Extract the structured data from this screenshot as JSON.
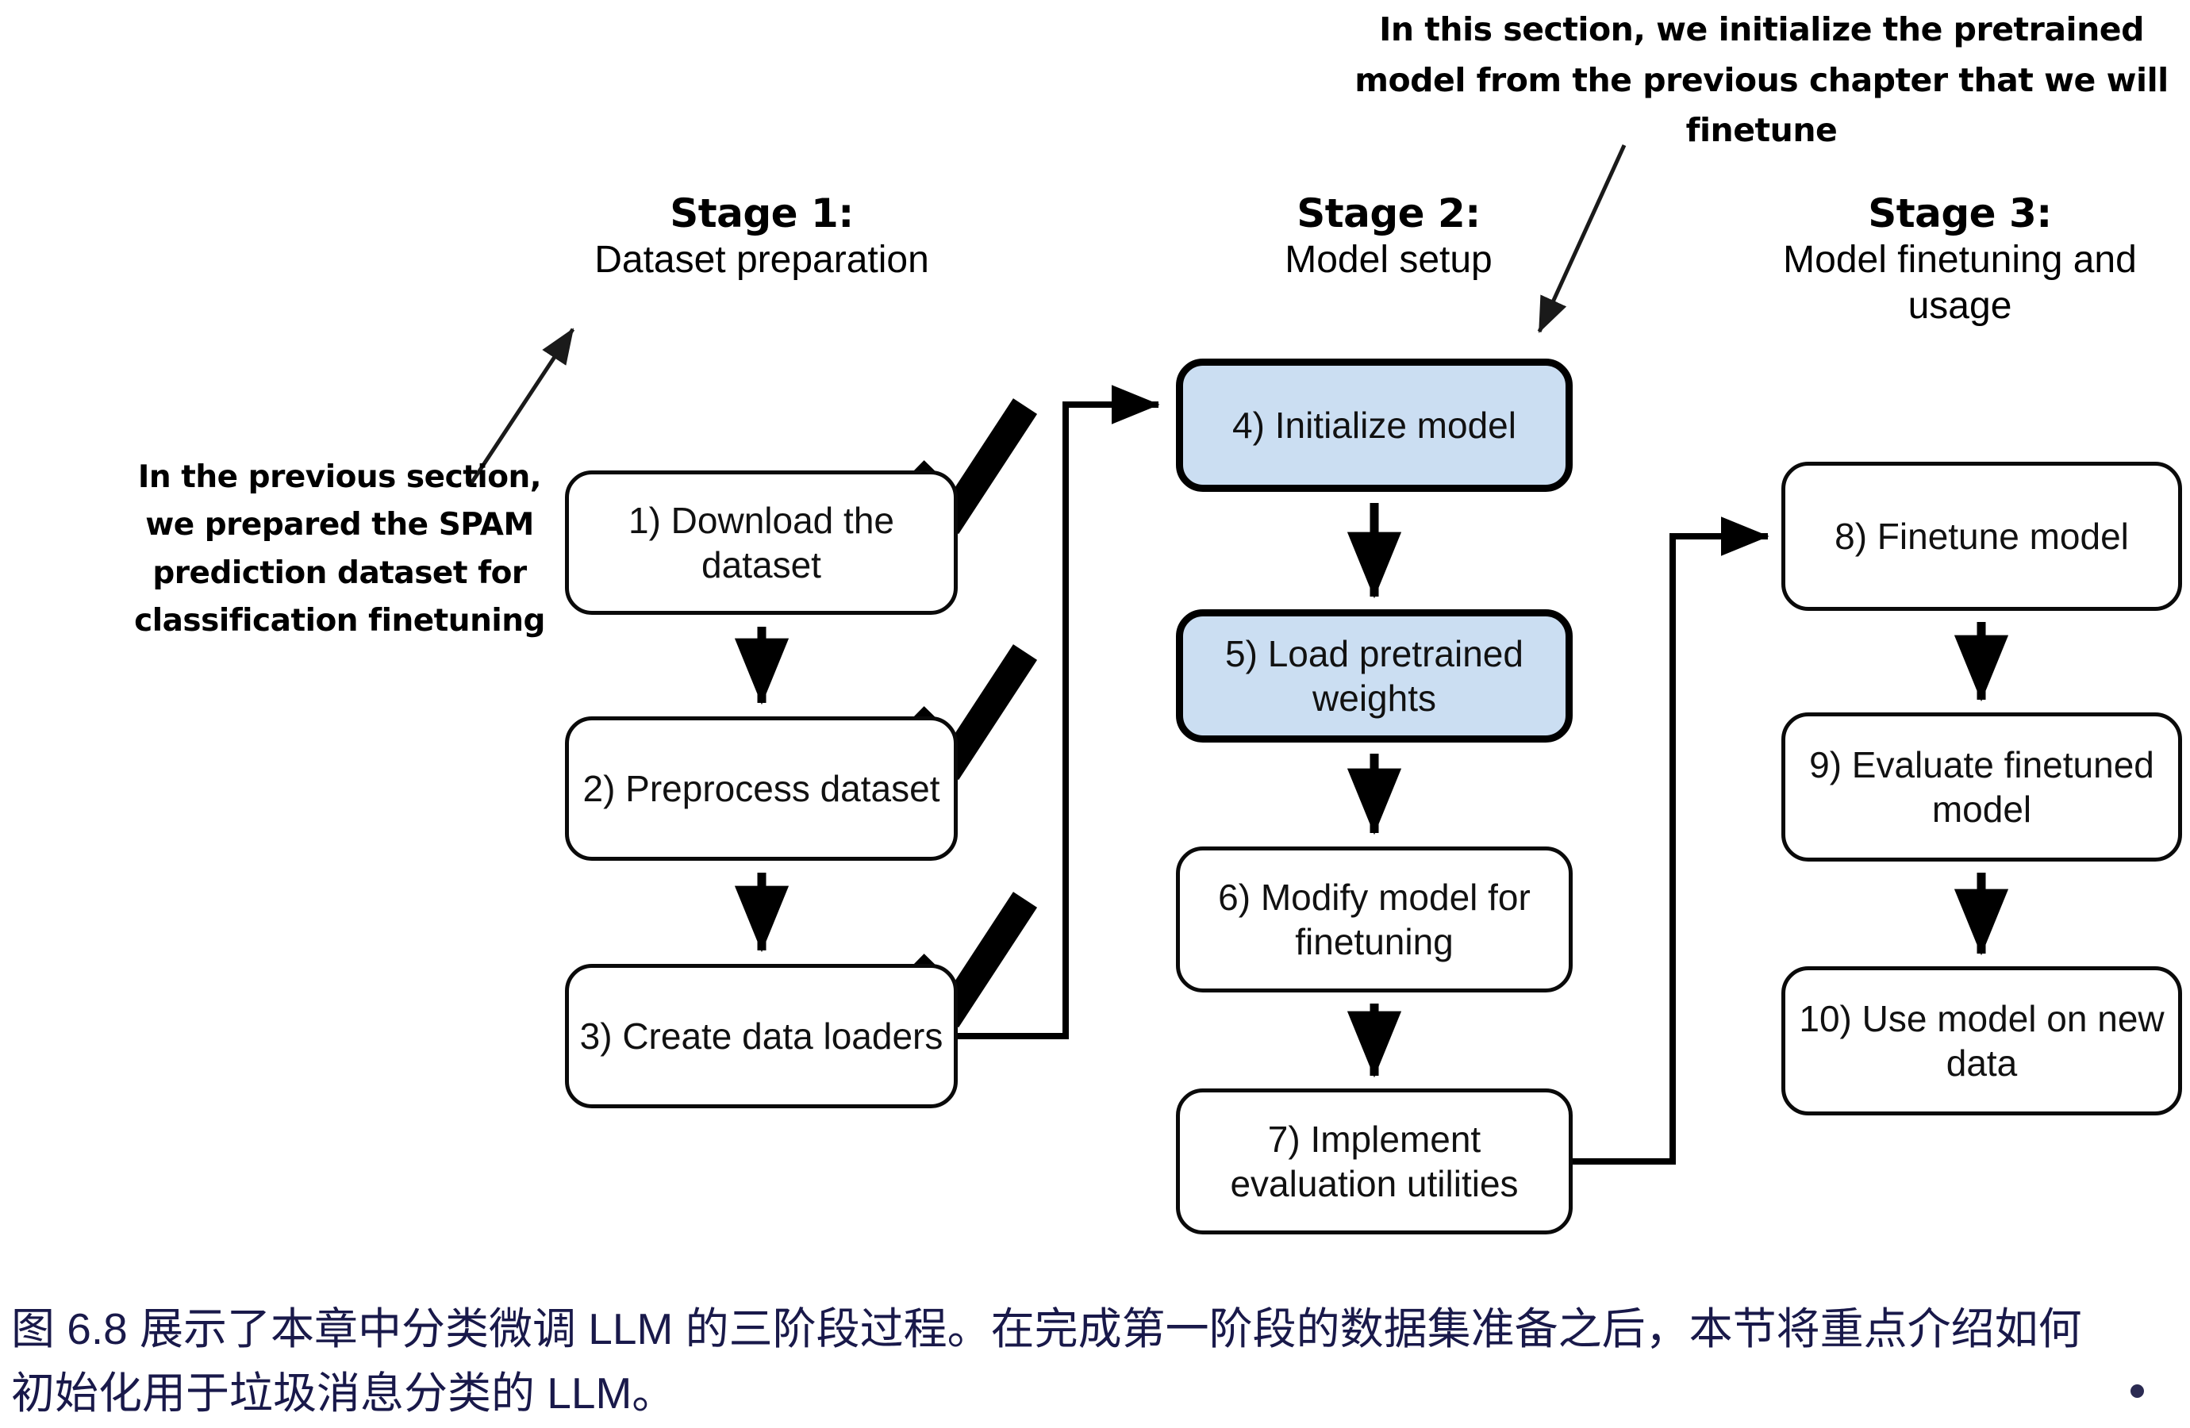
{
  "annotations": {
    "top_right_note": "In this section, we initialize the pretrained model from the previous chapter that we will finetune",
    "left_note": "In the previous section, we prepared the SPAM prediction dataset for classification finetuning"
  },
  "stages": [
    {
      "id": "stage-1",
      "title": "Stage 1:",
      "subtitle": "Dataset preparation"
    },
    {
      "id": "stage-2",
      "title": "Stage 2:",
      "subtitle": "Model setup"
    },
    {
      "id": "stage-3",
      "title": "Stage 3:",
      "subtitle": "Model finetuning and usage"
    }
  ],
  "nodes": {
    "n1": "1) Download the dataset",
    "n2": "2) Preprocess dataset",
    "n3": "3) Create data loaders",
    "n4": "4) Initialize model",
    "n5": "5) Load pretrained weights",
    "n6": "6) Modify model for finetuning",
    "n7": "7) Implement evaluation utilities",
    "n8": "8) Finetune model",
    "n9": "9) Evaluate finetuned model",
    "n10": "10) Use model on new data"
  },
  "checkmarks": {
    "count": 3,
    "label": "completed-step-checkmark"
  },
  "colors": {
    "highlight_fill": "#cbdef2",
    "node_stroke": "#0a0a0a",
    "caption_text": "#19194a",
    "background": "#ffffff"
  },
  "caption": {
    "line1": "图 6.8 展示了本章中分类微调 LLM 的三阶段过程。在完成第一阶段的数据集准备之后，本节将重点介绍如何",
    "line2": "初始化用于垃圾消息分类的 LLM。"
  }
}
